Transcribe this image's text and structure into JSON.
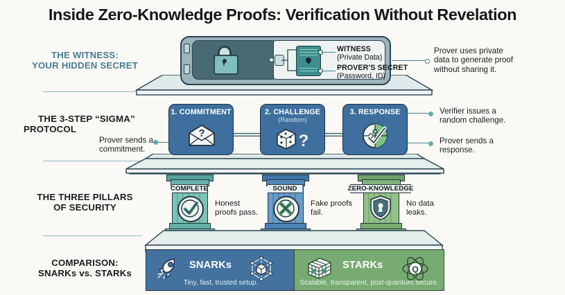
{
  "title": "Inside Zero-Knowledge Proofs: Verification Without Revelation",
  "sections": [
    {
      "id": "witness",
      "label_line1": "THE WITNESS:",
      "label_line2": "YOUR HIDDEN SECRET"
    },
    {
      "id": "sigma",
      "label_line1": "THE 3-STEP “SIGMA”",
      "label_line2": "PROTOCOL"
    },
    {
      "id": "pillars",
      "label_line1": "THE THREE PILLARS",
      "label_line2": "OF SECURITY"
    },
    {
      "id": "comparison",
      "label_line1": "COMPARISON:",
      "label_line2": "SNARKs vs. STARKs"
    }
  ],
  "vault": {
    "lock_icon": "padlock-icon",
    "document_icon": "document-key-icon",
    "tags": [
      {
        "title": "WITNESS",
        "subtitle": "(Private Data)"
      },
      {
        "title": "PROVER’S SECRET",
        "subtitle": "(Password, ID)"
      }
    ],
    "callout": "Prover uses private\ndata to generate proof\nwithout sharing it."
  },
  "sigma": {
    "steps": [
      {
        "num_label": "1. COMMITMENT",
        "sub": "",
        "icon": "envelope-question-icon"
      },
      {
        "num_label": "2. CHALLENGE",
        "sub": "(Random)",
        "icon": "dice-question-icon"
      },
      {
        "num_label": "3. RESPONSE",
        "sub": "",
        "icon": "puzzle-check-icon"
      }
    ],
    "callout_left": "Prover sends a\ncommitment.",
    "callout_right_1": "Verifier issues a\nrandom challenge.",
    "callout_right_2": "Prover sends a\nresponse."
  },
  "pillars": [
    {
      "name": "COMPLETE",
      "desc": "Honest\nproofs pass.",
      "icon": "check-circle-icon",
      "color": "#58a8a2"
    },
    {
      "name": "SOUND",
      "desc": "Fake proofs\nfail.",
      "icon": "cross-circle-icon",
      "color": "#4c7fb3"
    },
    {
      "name": "ZERO-KNOWLEDGE",
      "desc": "No data\nleaks.",
      "icon": "shield-keyhole-icon",
      "color": "#7db376"
    }
  ],
  "comparison": {
    "left": {
      "title": "SNARKs",
      "subtitle": "Tiny, fast, trusted setup.",
      "icon_left": "rocket-icon",
      "icon_right": "cube-network-icon",
      "color": "#44729f"
    },
    "right": {
      "title": "STARKs",
      "subtitle": "Scalable, transparent, post-quantum secure.",
      "icon_left": "rubiks-cube-icon",
      "icon_right": "quantum-atom-icon",
      "color": "#77ab72"
    }
  },
  "colors": {
    "background": "#faf9f5",
    "accent_blue": "#4b7b96",
    "line": "#4d7f91",
    "snark": "#44729f",
    "stark": "#77ab72"
  }
}
